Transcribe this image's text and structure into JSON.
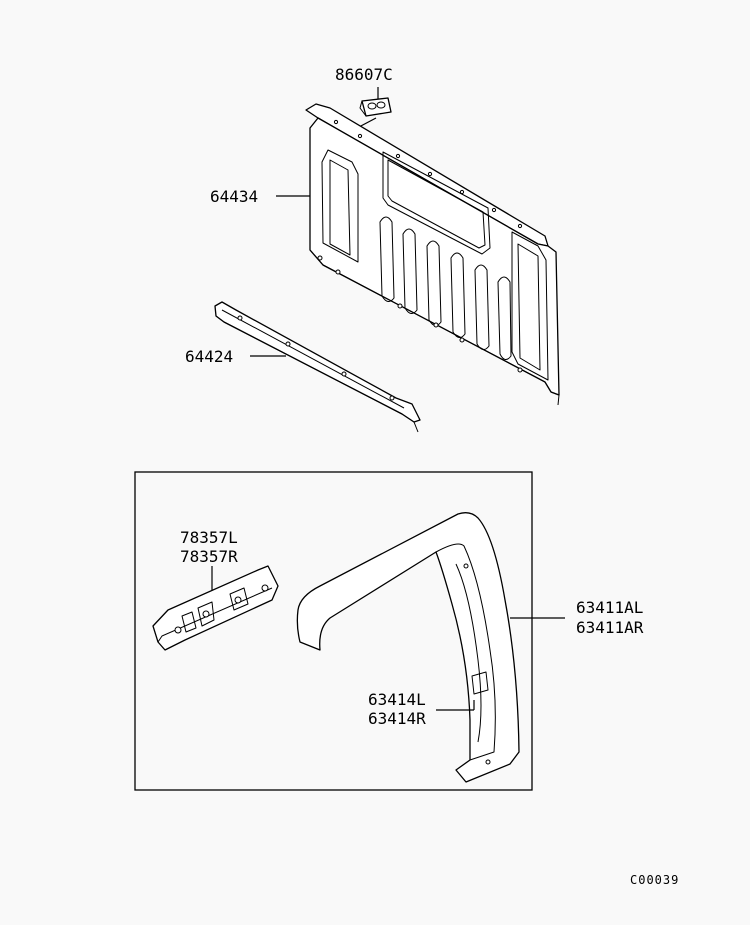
{
  "labels": {
    "clip": "86607C",
    "back_panel": "64434",
    "sill": "64424",
    "bracket_l": "78357L",
    "bracket_r": "78357R",
    "wheelhouse_l": "63411AL",
    "wheelhouse_r": "63411AR",
    "reinf_l": "63414L",
    "reinf_r": "63414R"
  },
  "diagram_code": "C00039"
}
